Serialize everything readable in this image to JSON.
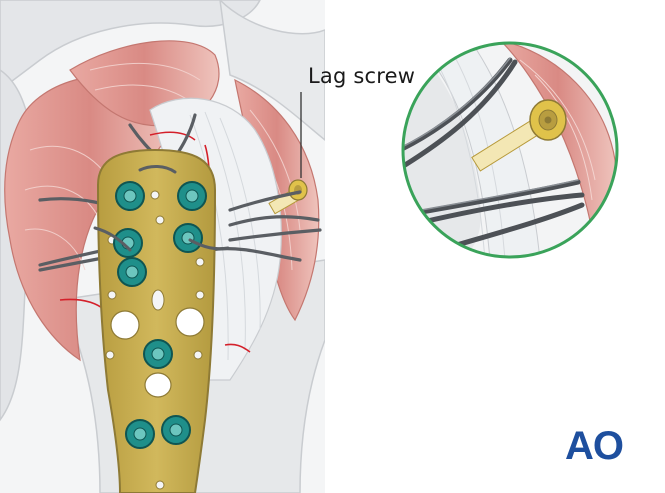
{
  "annotation": {
    "lag_screw_label": "Lag screw"
  },
  "logo": {
    "text": "AO",
    "color": "#1e4f9e"
  },
  "colors": {
    "plate": "#c9b053",
    "plate_edge": "#8e7a35",
    "screw_head": "#1f8f8a",
    "muscle": "#d98a84",
    "bone": "#e6e8ea",
    "tendon": "#eef1f3",
    "suture": "#5a5e63",
    "fracture_line": "#d4202a",
    "magnifier_ring": "#3aa35a",
    "lag_screw": "#e0c24a"
  },
  "icons": [
    "magnifier-circle",
    "lag-screw-icon",
    "suture-icon"
  ]
}
